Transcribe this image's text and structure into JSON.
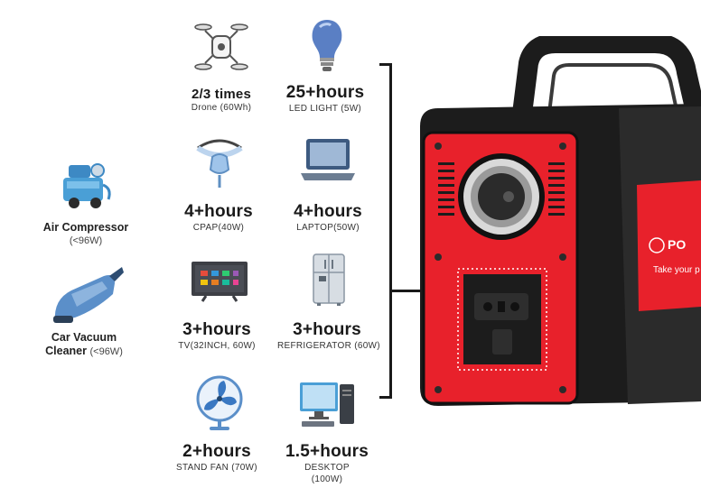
{
  "devices": [
    {
      "big": "2/3 times",
      "small": "Drone (60Wh)",
      "icon": "drone-icon"
    },
    {
      "big": "25+hours",
      "small": "LED LIGHT (5W)",
      "icon": "lightbulb-icon"
    },
    {
      "big": "4+hours",
      "small": "CPAP(40W)",
      "icon": "cpap-mask-icon"
    },
    {
      "big": "4+hours",
      "small": "LAPTOP(50W)",
      "icon": "laptop-icon"
    },
    {
      "big": "3+hours",
      "small": "TV(32INCH, 60W)",
      "icon": "tv-icon"
    },
    {
      "big": "3+hours",
      "small": "REFRIGERATOR (60W)",
      "icon": "refrigerator-icon"
    },
    {
      "big": "2+hours",
      "small": "STAND FAN (70W)",
      "icon": "fan-icon"
    },
    {
      "big": "1.5+hours",
      "small": "DESKTOP",
      "small2": "(100W)",
      "icon": "desktop-icon"
    }
  ],
  "side": [
    {
      "name": "Air Compressor",
      "sub": "(<96W)",
      "icon": "air-compressor-icon"
    },
    {
      "name": "Car Vacuum",
      "name2": "Cleaner",
      "sub": "(<96W)",
      "icon": "car-vacuum-icon"
    }
  ],
  "product": {
    "brand": "SR POWER",
    "slogan": "Take your power",
    "accent": "#e8212b",
    "body_color": "#1c1c1c"
  }
}
